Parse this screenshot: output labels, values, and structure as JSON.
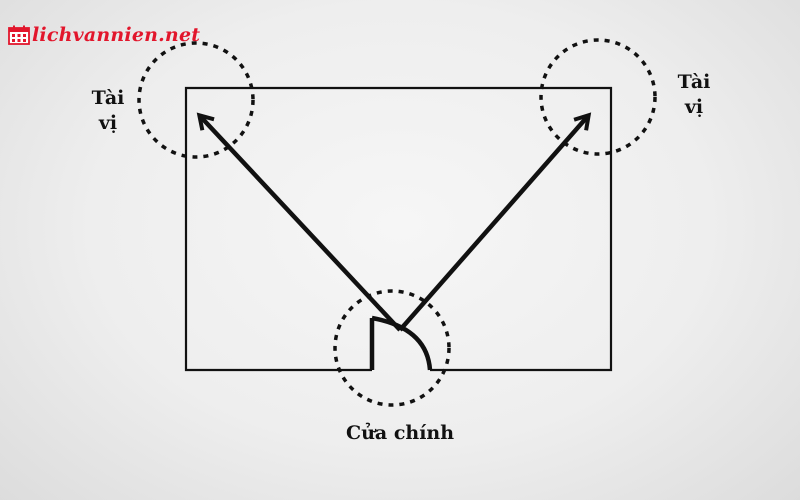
{
  "watermark": {
    "text": "lichvannien.net",
    "color": "#e2162c",
    "icon": "calendar-icon"
  },
  "labels": {
    "top_left": {
      "line1": "Tài",
      "line2": "vị"
    },
    "top_right": {
      "line1": "Tài",
      "line2": "vị"
    },
    "door": "Cửa chính"
  },
  "colors": {
    "stroke": "#111111",
    "background": "#eeeeee"
  }
}
